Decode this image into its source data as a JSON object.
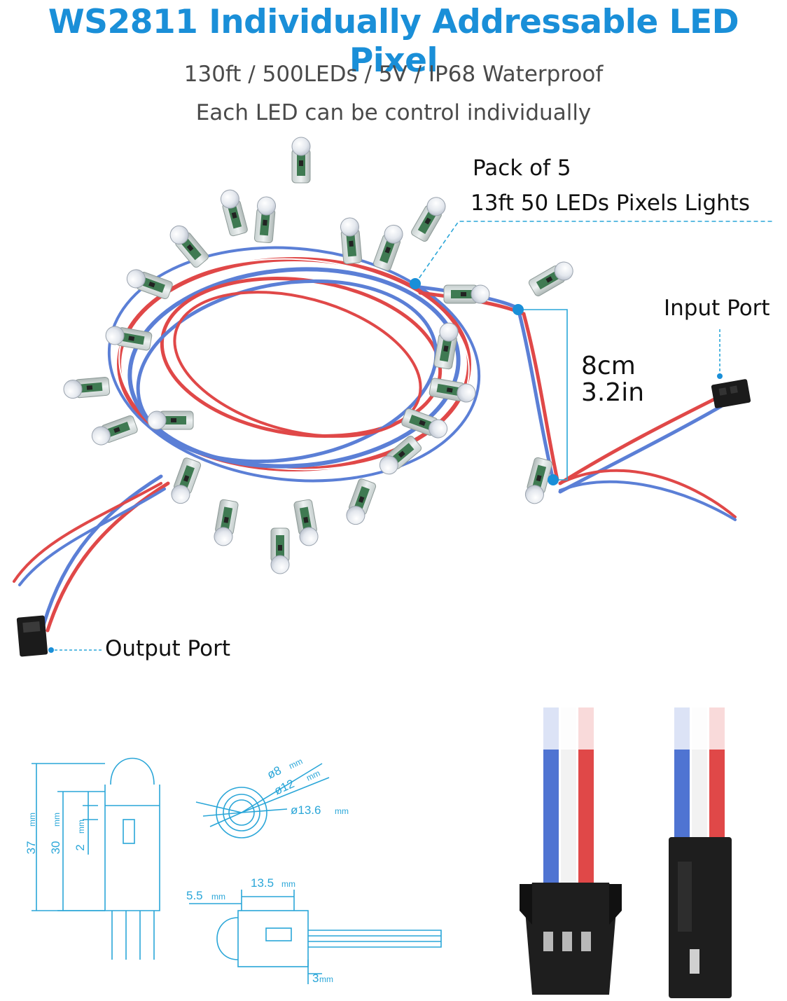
{
  "title": "WS2811 Individually Addressable LED Pixel",
  "spec_line": "130ft / 500LEDs / 5V / IP68 Waterproof",
  "feature_line": "Each LED can be control individually",
  "callouts": {
    "pack": "Pack of 5",
    "strand": "13ft 50 LEDs Pixels Lights",
    "input": "Input Port",
    "output": "Output Port",
    "spacing_cm": "8cm",
    "spacing_in": "3.2in"
  },
  "dimensions": {
    "height_total": "37",
    "height_body": "30",
    "height_gap": "2",
    "unit": "mm",
    "dia_inner": "ø8",
    "dia_mid": "ø12",
    "dia_outer": "ø13.6",
    "len_body": "13.5",
    "len_cap": "5.5",
    "pin_gap": "3"
  },
  "colors": {
    "accent": "#1a8fd8",
    "dimension": "#2aa6d8",
    "wire_red": "#e04848",
    "wire_blue": "#5b7fd6"
  }
}
